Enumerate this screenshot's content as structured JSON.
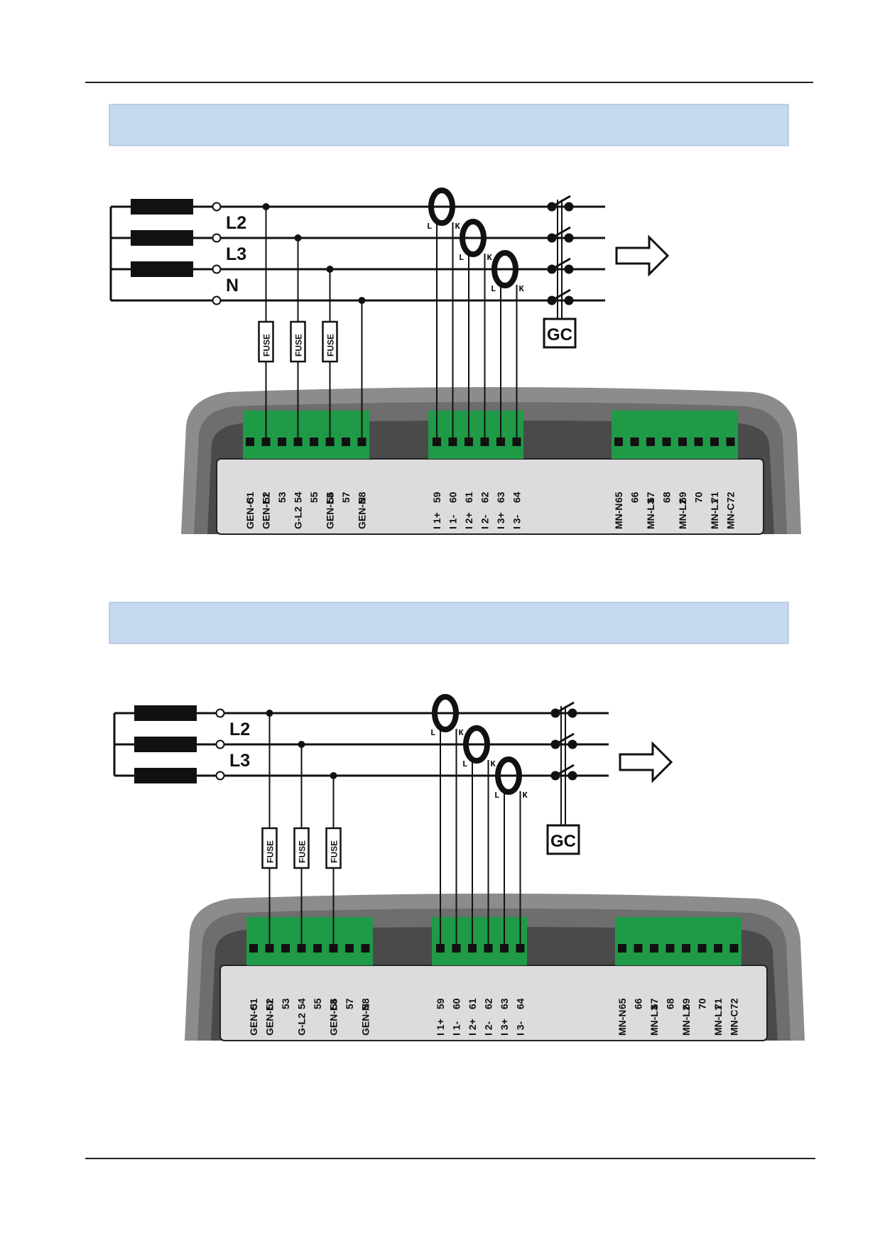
{
  "diagrams": [
    {
      "phase_labels": [
        "L2",
        "L3",
        "N"
      ],
      "fuse_label": "FUSE",
      "ct_terminal_labels": [
        "L",
        "K"
      ],
      "contactor_label": "GC",
      "terminal_groups": [
        {
          "numbers": [
            "51",
            "52",
            "53",
            "54",
            "55",
            "56",
            "57",
            "58"
          ],
          "names": [
            "GEN-C",
            "GEN-L1",
            "",
            "G-L2",
            "",
            "GEN-L3",
            "",
            "GEN-N"
          ]
        },
        {
          "numbers": [
            "59",
            "60",
            "61",
            "62",
            "63",
            "64"
          ],
          "names": [
            "I 1+",
            "I 1-",
            "I 2+",
            "I 2-",
            "I 3+",
            "I 3-"
          ]
        },
        {
          "numbers": [
            "65",
            "66",
            "67",
            "68",
            "69",
            "70",
            "71",
            "72"
          ],
          "names": [
            "MN-N",
            "",
            "MN-L3",
            "",
            "MN-L2",
            "",
            "MN-L1",
            "MN-C"
          ]
        }
      ]
    },
    {
      "phase_labels": [
        "L2",
        "L3"
      ],
      "fuse_label": "FUSE",
      "ct_terminal_labels": [
        "L",
        "K"
      ],
      "contactor_label": "GC",
      "terminal_groups": [
        {
          "numbers": [
            "51",
            "52",
            "53",
            "54",
            "55",
            "56",
            "57",
            "58"
          ],
          "names": [
            "GEN-C",
            "GEN-L1",
            "",
            "G-L2",
            "",
            "GEN-L3",
            "",
            "GEN-N"
          ]
        },
        {
          "numbers": [
            "59",
            "60",
            "61",
            "62",
            "63",
            "64"
          ],
          "names": [
            "I 1+",
            "I 1-",
            "I 2+",
            "I 2-",
            "I 3+",
            "I 3-"
          ]
        },
        {
          "numbers": [
            "65",
            "66",
            "67",
            "68",
            "69",
            "70",
            "71",
            "72"
          ],
          "names": [
            "MN-N",
            "",
            "MN-L3",
            "",
            "MN-L2",
            "",
            "MN-L1",
            "MN-C"
          ]
        }
      ]
    }
  ],
  "colors": {
    "banner": "#c6d9f1",
    "terminal_green": "#1f9a47",
    "housing_outer": "#8c8c8c",
    "housing_mid": "#6e6e6e",
    "housing_inner": "#4a4a4a",
    "label_panel": "#dcdcdc"
  }
}
